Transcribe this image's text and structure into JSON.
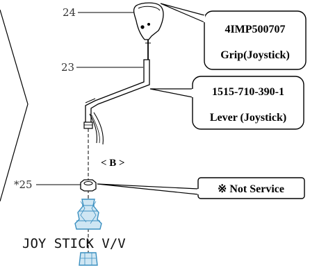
{
  "part_numbers": {
    "grip": "24",
    "lever": "23",
    "nut": "*25"
  },
  "callouts": {
    "grip": {
      "part_no": "4IMP500707",
      "name": "Grip(Joystick)"
    },
    "lever": {
      "part_no": "1515-710-390-1",
      "name": "Lever (Joystick)"
    },
    "nut": {
      "note": "※ Not Service"
    }
  },
  "detail_label": "< B >",
  "valve_label": "JOY STICK V/V",
  "colors": {
    "line": "#000000",
    "valve": "#3a8fc0"
  }
}
